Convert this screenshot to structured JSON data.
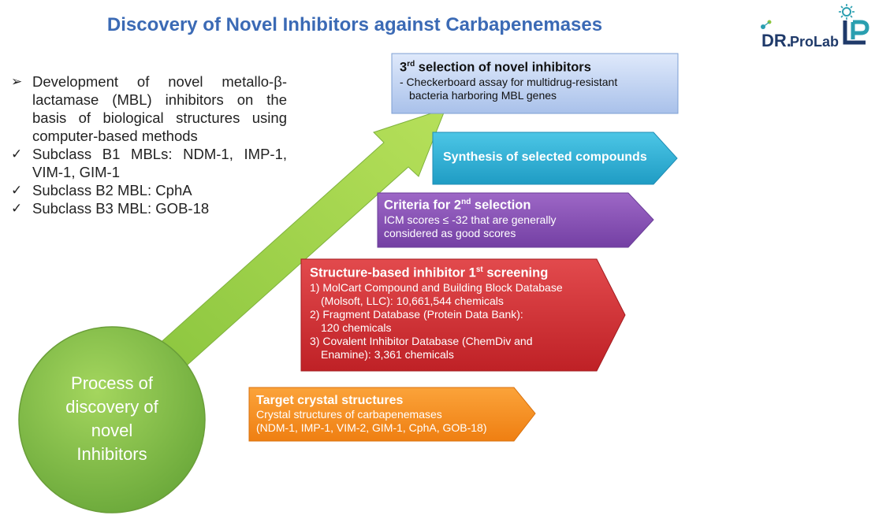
{
  "title": "Discovery of Novel Inhibitors against Carbapenemases",
  "logo": {
    "text_prefix": "DR.",
    "text_main": "ProLab",
    "colors": {
      "teal": "#2a9fb0",
      "green": "#8dc63f",
      "navy": "#1f3a6a"
    }
  },
  "bullets": [
    {
      "marker": "➢",
      "text": "Development of novel metallo-β-lactamase (MBL) inhibitors on the basis of biological structures using computer-based methods"
    },
    {
      "marker": "✓",
      "text": "Subclass B1 MBLs: NDM-1, IMP-1, VIM-1, GIM-1"
    },
    {
      "marker": "✓",
      "text": "Subclass B2 MBL: CphA"
    },
    {
      "marker": "✓",
      "text": "Subclass B3 MBL: GOB-18"
    }
  ],
  "circle": {
    "lines": [
      "Process of",
      "discovery of",
      "novel",
      "Inhibitors"
    ],
    "color": "#7ab84a"
  },
  "steps": {
    "third": {
      "heading_a": "3",
      "heading_sup": "rd",
      "heading_b": " selection of novel inhibitors",
      "lines": [
        "- Checkerboard assay for multidrug-resistant",
        "bacteria harboring MBL genes"
      ],
      "color": "#b9cdef"
    },
    "synthesis": {
      "heading": "Synthesis of selected compounds",
      "color": "#33b3d6"
    },
    "second": {
      "heading_a": "Criteria for 2",
      "heading_sup": "nd",
      "heading_b": " selection",
      "lines": [
        "ICM scores  ≤ -32 that are generally",
        "considered as good scores"
      ],
      "color": "#8c53b8"
    },
    "first": {
      "heading_a": "Structure-based inhibitor 1",
      "heading_sup": "st",
      "heading_b": " screening",
      "lines": [
        "1) MolCart Compound and Building Block Database",
        "(Molsoft, LLC): 10,661,544 chemicals",
        "2) Fragment Database (Protein Data Bank):",
        "120 chemicals",
        "3) Covalent Inhibitor Database (ChemDiv and",
        "Enamine): 3,361 chemicals"
      ],
      "color": "#d9363a"
    },
    "target": {
      "heading": "Target crystal structures",
      "lines": [
        "Crystal structures of carbapenemases",
        "(NDM-1, IMP-1, VIM-2, GIM-1, CphA, GOB-18)"
      ],
      "color": "#f7941d"
    }
  }
}
